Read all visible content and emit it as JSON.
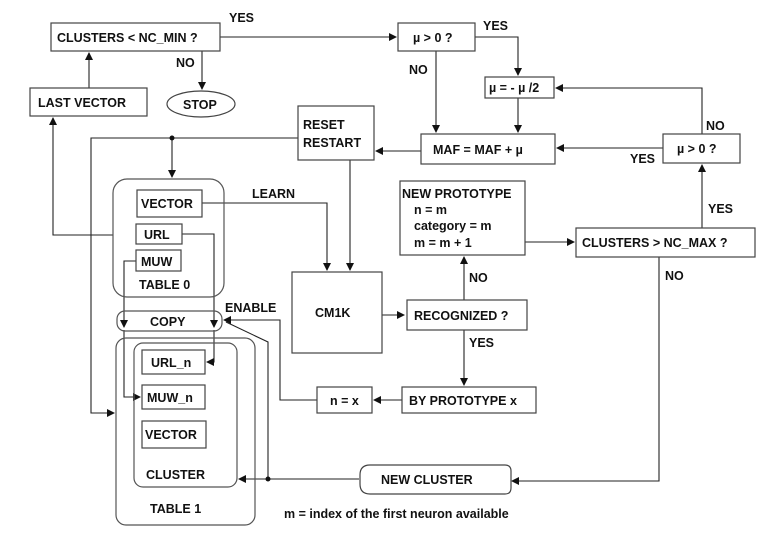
{
  "diagram": {
    "title": "CM1K clustering flowchart",
    "nodes": {
      "clusters_lt_min": "CLUSTERS < NC_MIN ?",
      "mu_gt_0_top": "µ > 0 ?",
      "mu_half": "µ = - µ /2",
      "maf_update": "MAF = MAF + µ",
      "mu_gt_0_right": "µ > 0 ?",
      "last_vector": "LAST VECTOR",
      "stop": "STOP",
      "reset_line1": "RESET",
      "reset_line2": "RESTART",
      "table0_vector": "VECTOR",
      "table0_url": "URL",
      "table0_muw": "MUW",
      "table0_label": "TABLE 0",
      "cm1k": "CM1K",
      "recognized": "RECOGNIZED ?",
      "new_proto_line1": "NEW PROTOTYPE",
      "new_proto_line2": "n = m",
      "new_proto_line3": "category = m",
      "new_proto_line4": "m = m + 1",
      "clusters_gt_max": "CLUSTERS > NC_MAX ?",
      "copy": "COPY",
      "table1_url_n": "URL_n",
      "table1_muw_n": "MUW_n",
      "table1_vector": "VECTOR",
      "cluster_label": "CLUSTER",
      "table1_label": "TABLE 1",
      "n_eq_x": "n = x",
      "by_prototype": "BY PROTOTYPE x",
      "new_cluster": "NEW CLUSTER"
    },
    "edge_labels": {
      "min_yes": "YES",
      "min_no": "NO",
      "mu_top_yes": "YES",
      "mu_top_no": "NO",
      "mu_right_no": "NO",
      "mu_right_yes": "YES",
      "max_yes": "YES",
      "max_no": "NO",
      "recognized_no": "NO",
      "recognized_yes": "YES",
      "learn": "LEARN",
      "enable": "ENABLE"
    },
    "footnote": "m = index of the first neuron available"
  }
}
